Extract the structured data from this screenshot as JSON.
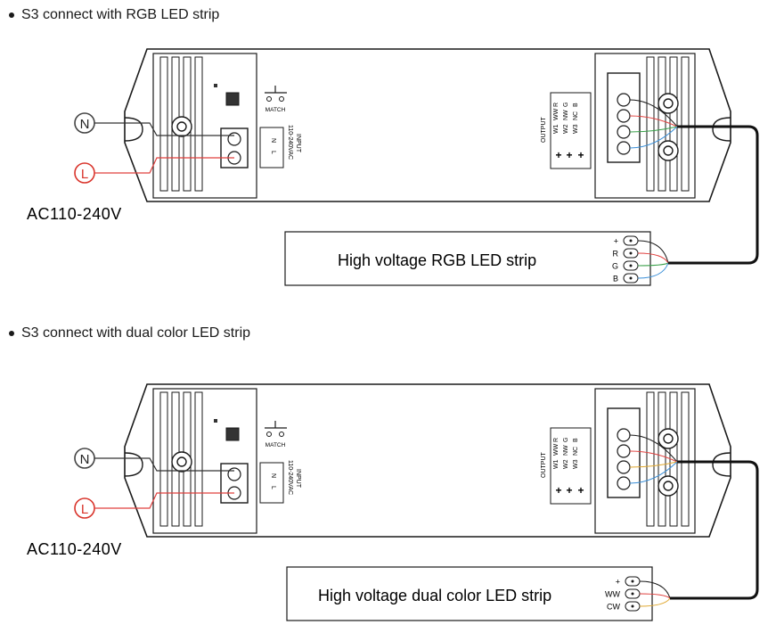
{
  "sections": [
    {
      "heading": "S3 connect with RGB LED strip",
      "ac_label": "AC110-240V",
      "n_label": "N",
      "l_label": "L",
      "match_label": "MATCH",
      "input_label": "INPUT",
      "input_voltage": "110-240VAC",
      "input_n": "N",
      "input_l": "L",
      "output_label": "OUTPUT",
      "terminal_rows": [
        {
          "a": "W1",
          "b": "WW",
          "c": "R"
        },
        {
          "a": "W2",
          "b": "NW",
          "c": "G"
        },
        {
          "a": "W3",
          "b": "NC",
          "c": "B"
        }
      ],
      "strip_label": "High voltage RGB LED strip",
      "strip_terminals": [
        "+",
        "R",
        "G",
        "B"
      ],
      "wire_colors": [
        "#1a1a1a",
        "#e0403e",
        "#3aa04a",
        "#3a8fd8"
      ]
    },
    {
      "heading": "S3 connect with dual color LED strip",
      "ac_label": "AC110-240V",
      "n_label": "N",
      "l_label": "L",
      "match_label": "MATCH",
      "input_label": "INPUT",
      "input_voltage": "110-240VAC",
      "input_n": "N",
      "input_l": "L",
      "output_label": "OUTPUT",
      "terminal_rows": [
        {
          "a": "W1",
          "b": "WW",
          "c": "R"
        },
        {
          "a": "W2",
          "b": "NW",
          "c": "G"
        },
        {
          "a": "W3",
          "b": "NC",
          "c": "B"
        }
      ],
      "strip_label": "High voltage dual color LED strip",
      "strip_terminals": [
        "+",
        "WW",
        "CW"
      ],
      "wire_colors": [
        "#1a1a1a",
        "#e0403e",
        "#e0a830",
        "#3a8fd8"
      ]
    }
  ],
  "colors": {
    "n_circle": "#444444",
    "l_circle": "#d9342b",
    "l_wire": "#e0403e",
    "case": "#1a1a1a"
  }
}
